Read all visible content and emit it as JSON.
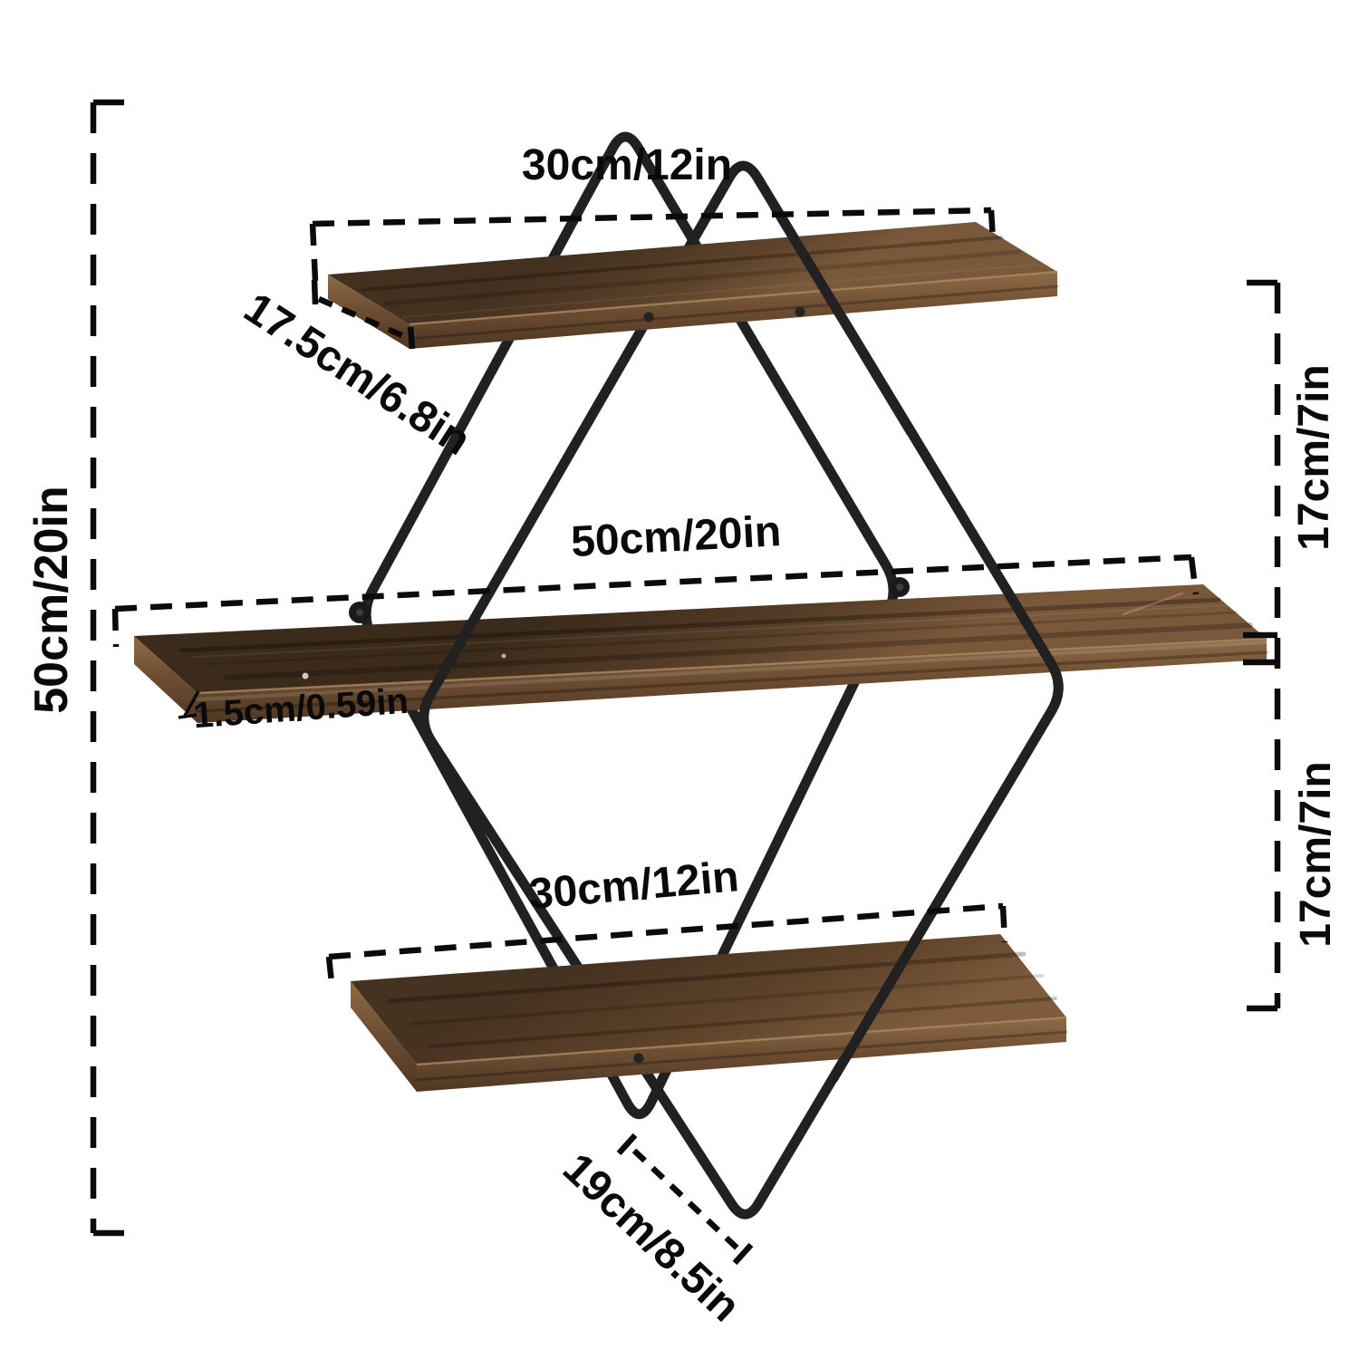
{
  "diagram": {
    "type": "product-dimension-diagram",
    "background": "#ffffff",
    "colors": {
      "wire": "#212121",
      "dimension_line": "#0b0b0b",
      "label_text": "#0a0a0a",
      "wood_light": "#7a583a",
      "wood_dark": "#43301f"
    },
    "labels": {
      "top_shelf_width": "30cm/12in",
      "top_shelf_depth": "17.5cm/6.8in",
      "middle_shelf_width": "50cm/20in",
      "shelf_thickness": "1.5cm/0.59in",
      "bottom_shelf_width": "30cm/12in",
      "bottom_shelf_depth": "19cm/8.5in",
      "overall_height": "50cm/20in",
      "upper_tier_gap": "17cm/7in",
      "lower_tier_gap": "17cm/7in"
    }
  }
}
